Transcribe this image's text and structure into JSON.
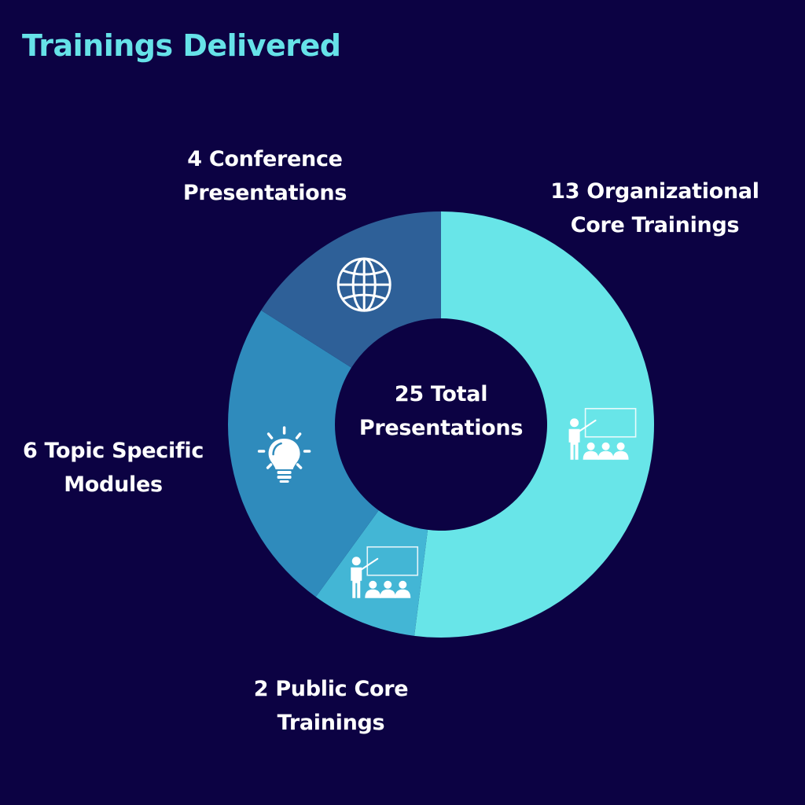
{
  "title": "Trainings Delivered",
  "center_label": {
    "line1": "25 Total",
    "line2": "Presentations"
  },
  "labels": [
    {
      "line1": "13 Organizational",
      "line2": "Core Trainings"
    },
    {
      "line1": "2 Public Core",
      "line2": "Trainings"
    },
    {
      "line1": "6 Topic Specific",
      "line2": "Modules"
    },
    {
      "line1": "4 Conference",
      "line2": "Presentations"
    }
  ],
  "colors": {
    "background": "#0c0243",
    "title": "#66e2e8",
    "text": "#ffffff"
  },
  "chart_data": {
    "type": "pie",
    "variant": "donut",
    "title": "Trainings Delivered",
    "total": 25,
    "center_text": "25 Total Presentations",
    "categories": [
      "Organizational Core Trainings",
      "Public Core Trainings",
      "Topic Specific Modules",
      "Conference Presentations"
    ],
    "values": [
      13,
      2,
      6,
      4
    ],
    "colors": [
      "#68e5e8",
      "#43b6d5",
      "#2f8bbc",
      "#2e6098"
    ],
    "icons": [
      "presentation-classroom-icon",
      "presentation-classroom-icon",
      "lightbulb-icon",
      "globe-icon"
    ],
    "start_angle_deg": 0,
    "direction": "clockwise",
    "legend": "none (direct labels)"
  }
}
